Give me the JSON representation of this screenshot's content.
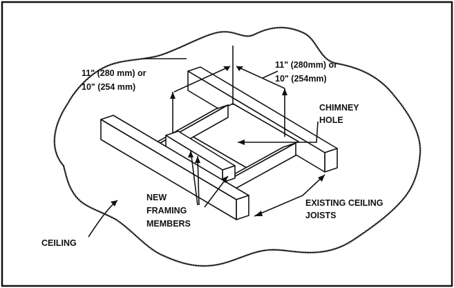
{
  "diagram": {
    "labels": {
      "dim_left_line1": "11\" (280 mm) or",
      "dim_left_line2": "10\" (254 mm)",
      "dim_right_line1": "11\" (280mm) or",
      "dim_right_line2": "10\" (254mm)",
      "chimney_line1": "CHIMNEY",
      "chimney_line2": "HOLE",
      "new_line1": "NEW",
      "new_line2": "FRAMING",
      "new_line3": "MEMBERS",
      "existing_line1": "EXISTING CEILING",
      "existing_line2": "JOISTS",
      "ceiling": "CEILING"
    },
    "colors": {
      "ink": "#111111",
      "background": "#ffffff",
      "ceiling_fill": "#ffffff"
    }
  }
}
